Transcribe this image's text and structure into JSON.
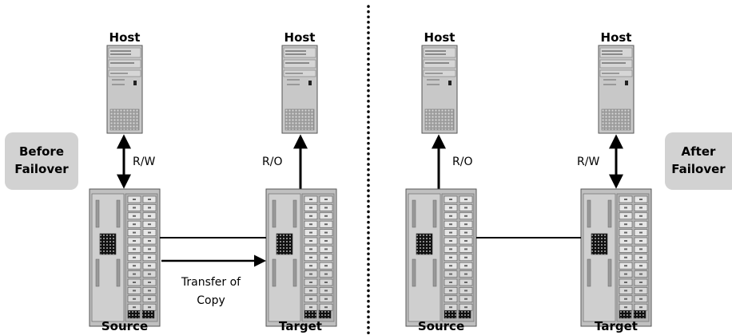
{
  "left_panel": {
    "host_left_label": "Host",
    "host_right_label": "Host",
    "state_badge": [
      "Before",
      "Failover"
    ],
    "link_left_label": "R/W",
    "link_right_label": "R/O",
    "transfer_label": [
      "Transfer of",
      "Copy"
    ],
    "storage_left_label": "Source",
    "storage_right_label": "Target"
  },
  "right_panel": {
    "host_left_label": "Host",
    "host_right_label": "Host",
    "state_badge": [
      "After",
      "Failover"
    ],
    "link_left_label": "R/O",
    "link_right_label": "R/W",
    "storage_left_label": "Source",
    "storage_right_label": "Target"
  },
  "colors": {
    "badge_bg": "#d2d2d2",
    "server_body": "#c8c8c8",
    "divider": "#000000"
  },
  "icons": [
    "server-tower-icon",
    "storage-array-icon"
  ]
}
